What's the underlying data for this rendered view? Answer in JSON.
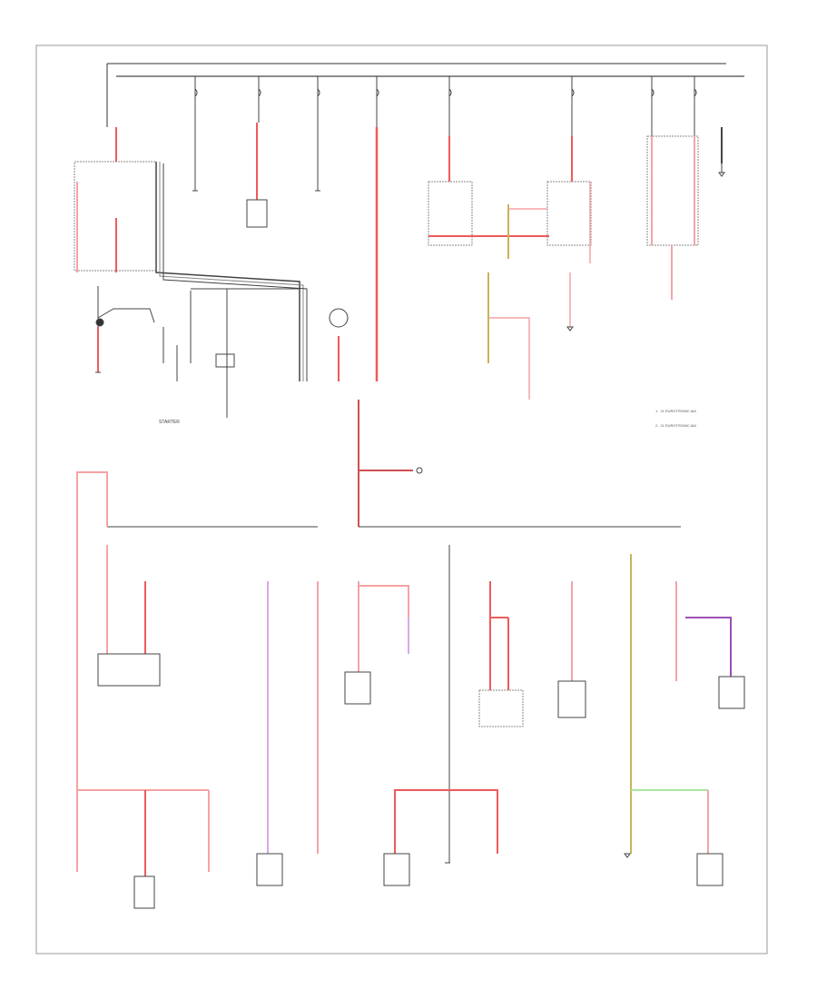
{
  "labels": {
    "starter": "STARTER",
    "legend_1": "1 . 2L EUROTRONIC AM",
    "legend_2": "2 . 2L EUROTRONIC AM"
  },
  "colors": {
    "red_wire": "#f6a3a3",
    "red_wire_bright": "#ee5a5a",
    "dark_red_wire": "#d05050",
    "yellow_wire": "#c8b25a",
    "violet_wire": "#dba8ec",
    "purple_wire": "#9b4fb5",
    "green_wire": "#a8e6a0",
    "black_wire": "#444444",
    "frame": "#999999"
  }
}
